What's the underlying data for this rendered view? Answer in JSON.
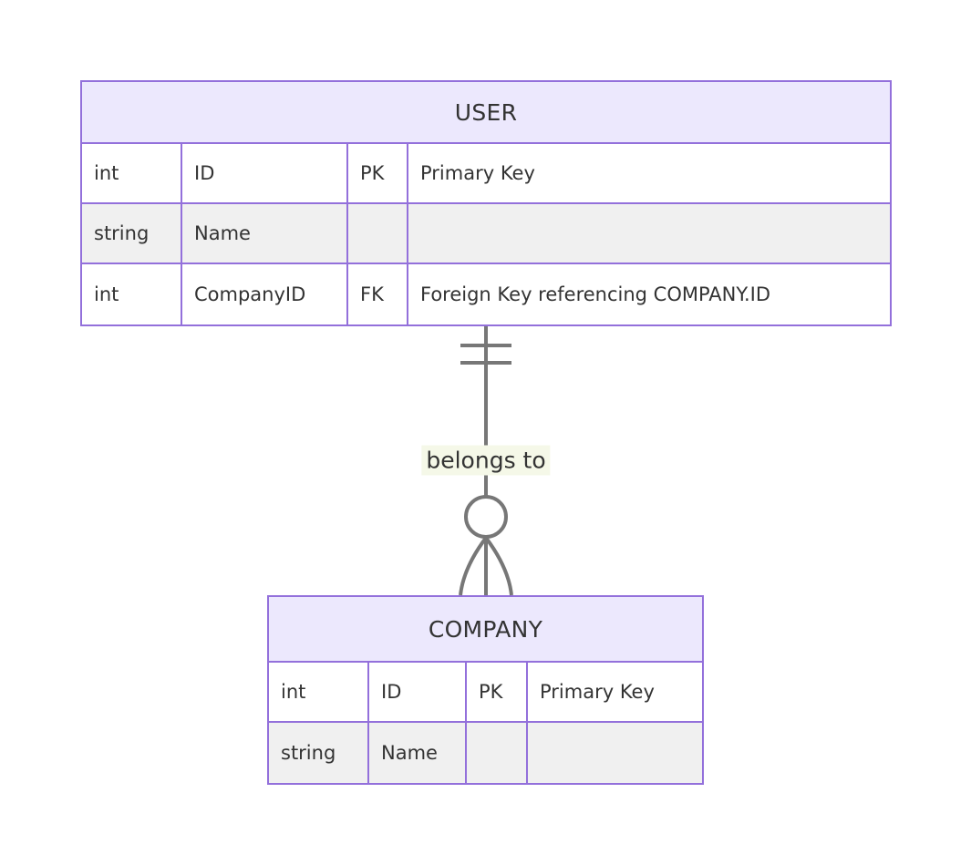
{
  "diagram": {
    "type": "entity-relationship-diagram",
    "notation": "crows-foot",
    "colors": {
      "border": "#9370DB",
      "header_fill": "#ECE8FD",
      "alt_row_fill": "#F0F0F0",
      "text": "#333333",
      "line": "#777777",
      "label_background": "#F5F8E8",
      "canvas_background": "#FFFFFF"
    }
  },
  "entities": [
    {
      "id": "user",
      "title": "USER",
      "attributes": [
        {
          "type": "int",
          "name": "ID",
          "key": "PK",
          "comment": "Primary Key"
        },
        {
          "type": "string",
          "name": "Name",
          "key": "",
          "comment": ""
        },
        {
          "type": "int",
          "name": "CompanyID",
          "key": "FK",
          "comment": "Foreign Key referencing COMPANY.ID"
        }
      ]
    },
    {
      "id": "company",
      "title": "COMPANY",
      "attributes": [
        {
          "type": "int",
          "name": "ID",
          "key": "PK",
          "comment": "Primary Key"
        },
        {
          "type": "string",
          "name": "Name",
          "key": "",
          "comment": ""
        }
      ]
    }
  ],
  "relationships": [
    {
      "id": "user-belongs-to-company",
      "label": "belongs to",
      "from_entity": "USER",
      "to_entity": "COMPANY",
      "from_cardinality": "exactly-one",
      "to_cardinality": "zero-or-many",
      "from_marker": "one-and-only-one-double-bar",
      "to_marker": "zero-or-many-circle-crowsfoot"
    }
  ]
}
